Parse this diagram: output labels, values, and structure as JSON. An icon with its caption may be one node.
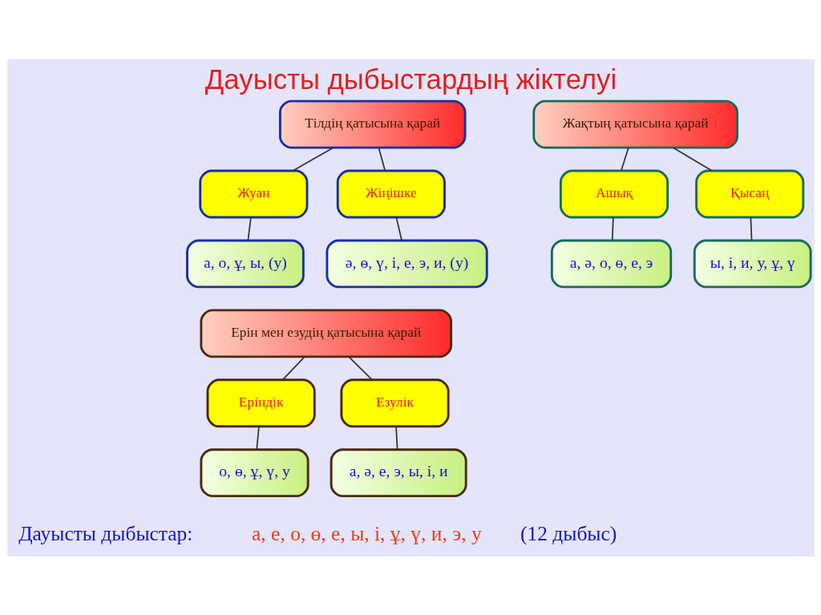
{
  "diagram": {
    "title": "Дауысты дыбыстардың жіктелуі",
    "nodes": [
      {
        "text": [
          "Тілдің қатысына қарай"
        ]
      },
      {
        "text": [
          "Жуан"
        ]
      },
      {
        "text": [
          "Жіңішке"
        ]
      },
      {
        "text": [
          "а, о, ұ, ы, (у)"
        ]
      },
      {
        "text": [
          "ә, ө, ү, і, е, э, и, (у)"
        ]
      },
      {
        "text": [
          "Жақтың қатысына қарай"
        ]
      },
      {
        "text": [
          "Ашық"
        ]
      },
      {
        "text": [
          "Қысаң"
        ]
      },
      {
        "text": [
          "а, ә, о, ө, е, э"
        ]
      },
      {
        "text": [
          "ы, і, и, у, ұ, ү"
        ]
      },
      {
        "text": [
          "Ерін мен езудің қатысына қарай"
        ]
      },
      {
        "text": [
          "Еріндік"
        ]
      },
      {
        "text": [
          "Езулік"
        ]
      },
      {
        "text": [
          "о, ө, ұ, ү, у"
        ]
      },
      {
        "text": [
          "а, ә, е, э, ы, і, и"
        ]
      }
    ],
    "edges": [
      {
        "from": 0,
        "to": 1,
        "arrow": "none"
      },
      {
        "from": 0,
        "to": 2,
        "arrow": "none"
      },
      {
        "from": 1,
        "to": 3,
        "arrow": "none"
      },
      {
        "from": 2,
        "to": 4,
        "arrow": "none"
      },
      {
        "from": 5,
        "to": 6,
        "arrow": "none"
      },
      {
        "from": 5,
        "to": 7,
        "arrow": "none"
      },
      {
        "from": 6,
        "to": 8,
        "arrow": "none"
      },
      {
        "from": 7,
        "to": 9,
        "arrow": "none"
      },
      {
        "from": 10,
        "to": 11,
        "arrow": "none"
      },
      {
        "from": 10,
        "to": 12,
        "arrow": "none"
      },
      {
        "from": 11,
        "to": 13,
        "arrow": "none"
      },
      {
        "from": 12,
        "to": 14,
        "arrow": "none"
      }
    ],
    "labels": [
      "Дауысты дыбыстар:",
      "а, е, о, ө, е, ы, і, ұ, ү, и, э, у",
      "(12 дыбыс)"
    ]
  }
}
